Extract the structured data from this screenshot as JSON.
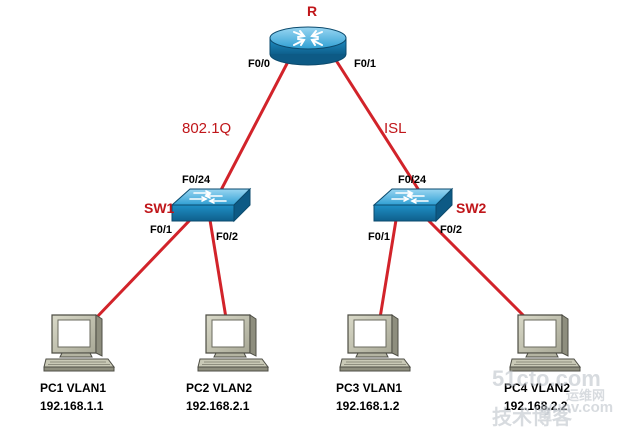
{
  "router": {
    "name": "R",
    "ports": {
      "left": "F0/0",
      "right": "F0/1"
    }
  },
  "links": {
    "left_trunk": "802.1Q",
    "right_trunk": "ISL"
  },
  "switches": [
    {
      "name": "SW1",
      "uplink": "F0/24",
      "port_a": "F0/1",
      "port_b": "F0/2"
    },
    {
      "name": "SW2",
      "uplink": "F0/24",
      "port_a": "F0/1",
      "port_b": "F0/2"
    }
  ],
  "pcs": [
    {
      "label": "PC1  VLAN1",
      "ip": "192.168.1.1"
    },
    {
      "label": "PC2  VLAN2",
      "ip": "192.168.2.1"
    },
    {
      "label": "PC3  VLAN1",
      "ip": "192.168.1.2"
    },
    {
      "label": "PC4  VLAN2",
      "ip": "192.168.2.2"
    }
  ],
  "watermark": {
    "line1": "51cto.com",
    "line2": "技术博客",
    "line3": "iyunv.com",
    "line4": "运维网"
  },
  "colors": {
    "link": "#d2232a",
    "label": "#c0161a",
    "device": "#1f8fc6"
  }
}
